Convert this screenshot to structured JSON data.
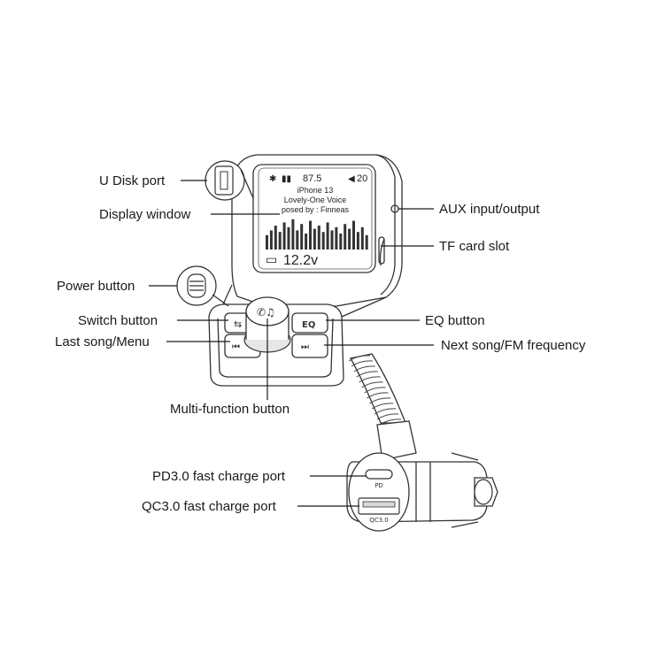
{
  "labels": {
    "u_disk_port": "U Disk port",
    "display_window": "Display window",
    "power_button": "Power button",
    "switch_button": "Switch button",
    "last_song_menu": "Last song/Menu",
    "multi_function_button": "Multi-function button",
    "aux_input_output": "AUX input/output",
    "tf_card_slot": "TF card slot",
    "eq_button": "EQ button",
    "next_song_fm": "Next song/FM frequency",
    "pd_port": "PD3.0 fast charge port",
    "qc_port": "QC3.0 fast charge port"
  },
  "screen": {
    "frequency": "87.5",
    "volume": "20",
    "line1": "iPhone 13",
    "line2": "Lovely-One Voice",
    "line3": "posed by : Finneas",
    "voltage": "12.2v"
  },
  "device": {
    "eq_key": "EQ",
    "pd_mark": "PD",
    "qc_mark": "QC3.0"
  },
  "equalizer_levels": [
    0.45,
    0.6,
    0.75,
    0.55,
    0.85,
    0.7,
    0.95,
    0.6,
    0.8,
    0.5,
    0.9,
    0.65,
    0.75,
    0.55,
    0.85,
    0.6,
    0.7,
    0.5,
    0.8,
    0.65,
    0.9,
    0.55,
    0.7,
    0.45
  ]
}
